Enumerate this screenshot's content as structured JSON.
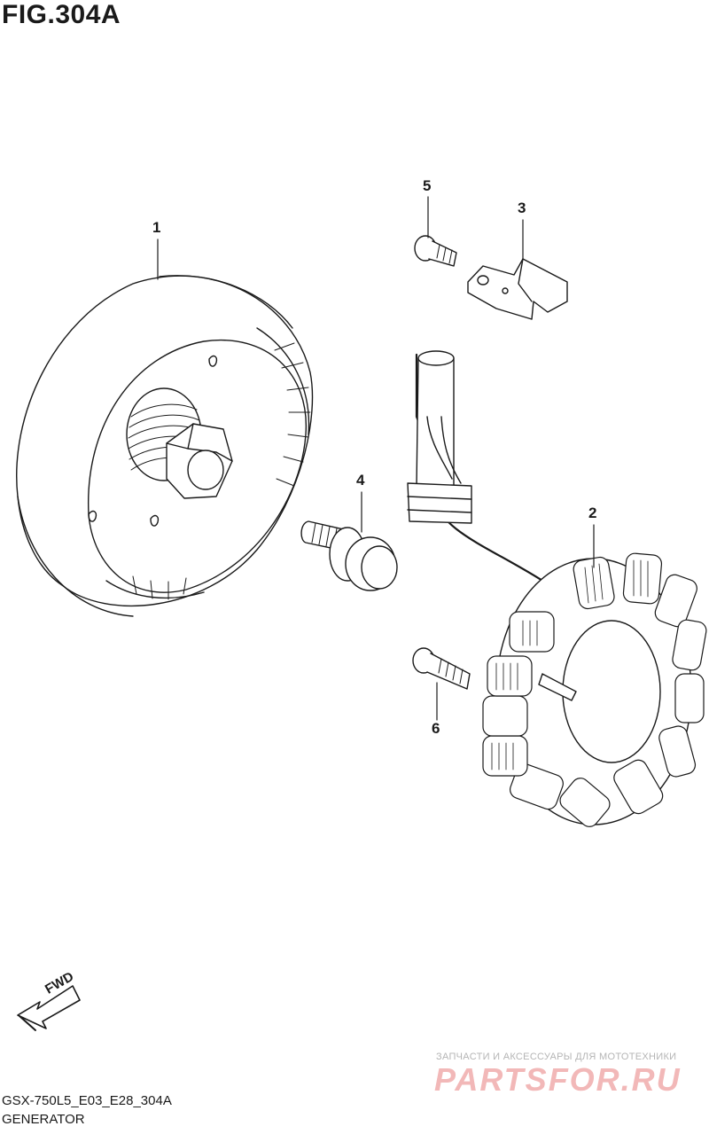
{
  "figure": {
    "title": "FIG.304A",
    "model_code": "GSX-750L5_E03_E28_304A",
    "section_name": "GENERATOR"
  },
  "callouts": [
    {
      "id": "callout-1",
      "label": "1",
      "part": "rotor"
    },
    {
      "id": "callout-2",
      "label": "2",
      "part": "stator"
    },
    {
      "id": "callout-3",
      "label": "3",
      "part": "clamp"
    },
    {
      "id": "callout-4",
      "label": "4",
      "part": "rotor bolt"
    },
    {
      "id": "callout-5",
      "label": "5",
      "part": "clamp screw"
    },
    {
      "id": "callout-6",
      "label": "6",
      "part": "stator screw"
    }
  ],
  "direction_marker": {
    "label": "FWD"
  },
  "watermark": {
    "tagline": "ЗАПЧАСТИ И АКСЕССУАРЫ ДЛЯ МОТОТЕХНИКИ",
    "brand": "PARTSFOR.RU"
  }
}
